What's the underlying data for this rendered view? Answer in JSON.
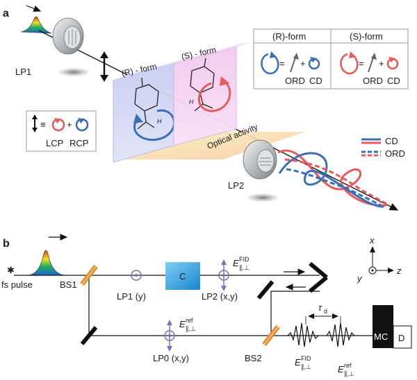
{
  "panel_a": {
    "tag": "a",
    "lp1": "LP1",
    "lp2": "LP2",
    "r_form_label": "(R) - form",
    "s_form_label": "(S) - form",
    "optical_activity": "Optical activity",
    "h_label": "H",
    "legend_box": {
      "r_header": "(R)-form",
      "s_header": "(S)-form",
      "ord": "ORD",
      "cd": "CD",
      "equals": "=",
      "plus": "+"
    },
    "pol_box": {
      "equiv": "≡",
      "plus": "+",
      "lcp": "LCP",
      "rcp": "RCP"
    },
    "line_legend": {
      "cd": "CD",
      "ord": "ORD"
    }
  },
  "panel_b": {
    "tag": "b",
    "fs_pulse": "fs pulse",
    "bs1": "BS1",
    "bs2": "BS2",
    "lp1": "LP1 (y)",
    "lp2": "LP2 (x,y)",
    "lp0": "LP0 (x,y)",
    "sample": "C",
    "e_fid_main": "E",
    "e_fid_sup": "FID",
    "e_fid_sub": "∥,⊥",
    "e_ref_main": "E",
    "e_ref_sup": "ref",
    "e_ref_sub": "∥,⊥",
    "tau": "τ",
    "tau_sub": "d",
    "mc": "MC",
    "d": "D",
    "axis_x": "x",
    "axis_y": "y",
    "axis_z": "z"
  },
  "colors": {
    "blue": "#3a6fb8",
    "red": "#e85a5a",
    "purple": "#7a6fc4",
    "orange": "#e0913a",
    "sample": "#2d9be0"
  }
}
